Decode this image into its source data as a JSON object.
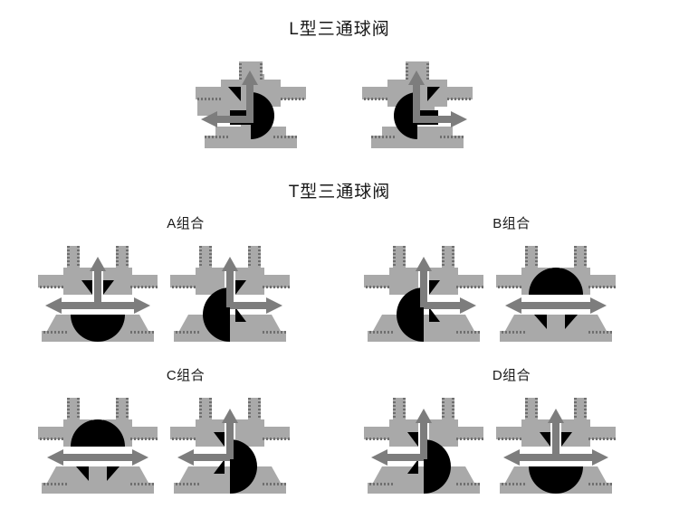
{
  "diagram": {
    "title_l": "L型三通球阀",
    "title_t": "T型三通球阀",
    "labels": {
      "a": "A组合",
      "b": "B组合",
      "c": "C组合",
      "d": "D组合"
    },
    "colors": {
      "body_gray": "#a9a9a9",
      "arrow_gray": "#7d7d7d",
      "ball_black": "#000000",
      "background": "#ffffff",
      "text": "#181818"
    },
    "valves": [
      {
        "id": "l-valve-1",
        "type": "L",
        "group": "L型三通球阀",
        "ports": [
          "top",
          "left",
          "right"
        ],
        "flow_arrows": [
          "up",
          "left"
        ],
        "ball_orientation": "open-up-left",
        "description": "L型三通球阀 左位 上出左"
      },
      {
        "id": "l-valve-2",
        "type": "L",
        "group": "L型三通球阀",
        "ports": [
          "top",
          "left",
          "right"
        ],
        "flow_arrows": [
          "up",
          "right"
        ],
        "ball_orientation": "open-up-right",
        "description": "L型三通球阀 右位 上出右"
      },
      {
        "id": "t-valve-a1",
        "type": "T",
        "group": "A组合",
        "ports": [
          "top",
          "left",
          "right",
          "bottom"
        ],
        "flow_arrows": [
          "up",
          "left",
          "right"
        ],
        "ball_orientation": "open-up-left-right",
        "description": "A组合 左图 三通全开"
      },
      {
        "id": "t-valve-a2",
        "type": "T",
        "group": "A组合",
        "ports": [
          "top",
          "left",
          "right",
          "bottom"
        ],
        "flow_arrows": [
          "up",
          "right"
        ],
        "ball_orientation": "blocked-left",
        "description": "A组合 右图 上出右"
      },
      {
        "id": "t-valve-b1",
        "type": "T",
        "group": "B组合",
        "ports": [
          "top",
          "left",
          "right",
          "bottom"
        ],
        "flow_arrows": [
          "up",
          "right"
        ],
        "ball_orientation": "blocked-left",
        "description": "B组合 左图 上出右"
      },
      {
        "id": "t-valve-b2",
        "type": "T",
        "group": "B组合",
        "ports": [
          "top",
          "left",
          "right",
          "bottom"
        ],
        "flow_arrows": [
          "left",
          "right"
        ],
        "ball_orientation": "horizontal-through",
        "description": "B组合 右图 左右直通"
      },
      {
        "id": "t-valve-c1",
        "type": "T",
        "group": "C组合",
        "ports": [
          "top",
          "left",
          "right",
          "bottom"
        ],
        "flow_arrows": [
          "left",
          "right"
        ],
        "ball_orientation": "horizontal-through",
        "description": "C组合 左图 左右直通"
      },
      {
        "id": "t-valve-c2",
        "type": "T",
        "group": "C组合",
        "ports": [
          "top",
          "left",
          "right",
          "bottom"
        ],
        "flow_arrows": [
          "up",
          "left"
        ],
        "ball_orientation": "blocked-right",
        "description": "C组合 右图 上出左"
      },
      {
        "id": "t-valve-d1",
        "type": "T",
        "group": "D组合",
        "ports": [
          "top",
          "left",
          "right",
          "bottom"
        ],
        "flow_arrows": [
          "up",
          "left"
        ],
        "ball_orientation": "blocked-right",
        "description": "D组合 左图 上出左"
      },
      {
        "id": "t-valve-d2",
        "type": "T",
        "group": "D组合",
        "ports": [
          "top",
          "left",
          "right",
          "bottom"
        ],
        "flow_arrows": [
          "up",
          "left",
          "right"
        ],
        "ball_orientation": "open-up-left-right",
        "description": "D组合 右图 三通全开"
      }
    ]
  }
}
